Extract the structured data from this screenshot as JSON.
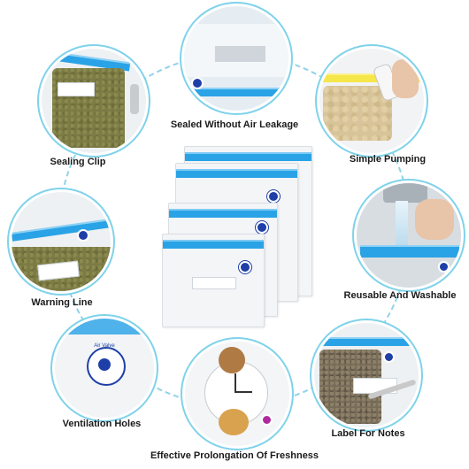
{
  "features": [
    {
      "id": "sealed",
      "label": "Sealed Without Air Leakage"
    },
    {
      "id": "sealing-clip",
      "label": "Sealing Clip"
    },
    {
      "id": "pumping",
      "label": "Simple Pumping"
    },
    {
      "id": "reusable",
      "label": "Reusable And Washable"
    },
    {
      "id": "warning-line",
      "label": "Warning Line"
    },
    {
      "id": "ventilation",
      "label": "Ventilation Holes"
    },
    {
      "id": "label-notes",
      "label": "Label For Notes"
    },
    {
      "id": "freshness",
      "label": "Effective Prolongation Of Freshness"
    }
  ],
  "valve_text": "Air Valve",
  "colors": {
    "zipper": "#2aa3e6",
    "valve": "#1e3fa8",
    "ring": "#7fd2ea"
  }
}
